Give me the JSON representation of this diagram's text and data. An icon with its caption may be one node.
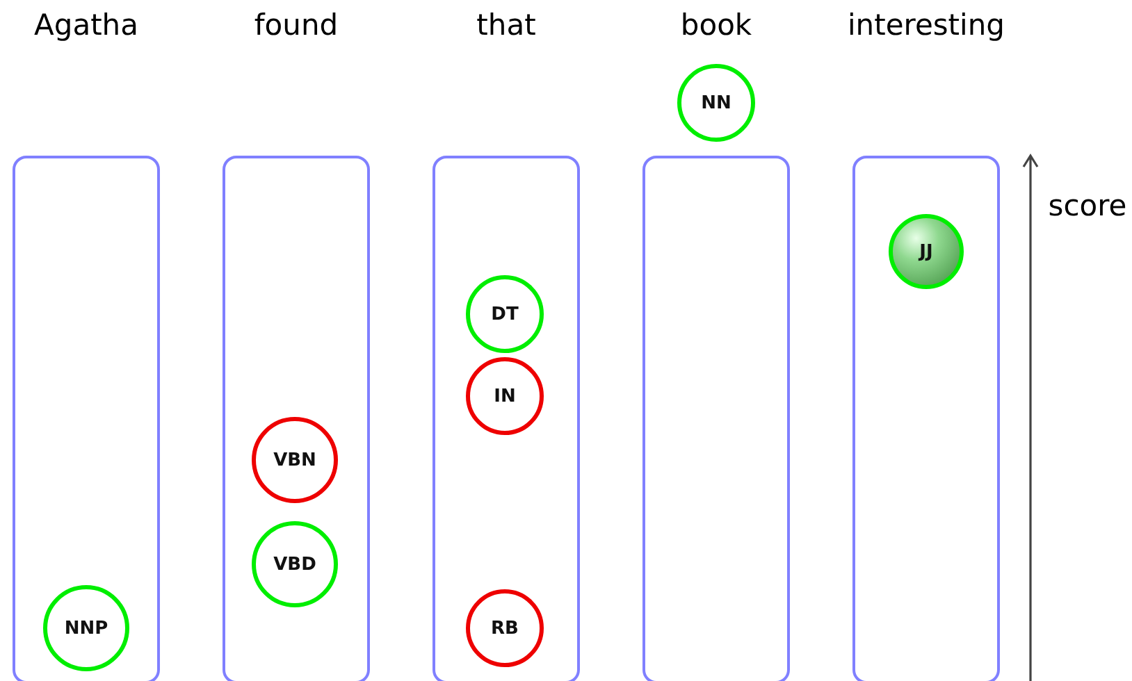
{
  "diagram": {
    "nodes": [
      {
        "text": [],
        "shape": "box"
      },
      {
        "text": [
          "NNP"
        ],
        "in": 0
      },
      {
        "text": [],
        "shape": "box"
      },
      {
        "text": [
          "VBN"
        ],
        "in": 2
      },
      {
        "text": [
          "VBD"
        ],
        "in": 2
      },
      {
        "text": [],
        "shape": "box"
      },
      {
        "text": [
          "DT"
        ],
        "in": 5
      },
      {
        "text": [
          "IN"
        ],
        "in": 5
      },
      {
        "text": [
          "RB"
        ],
        "in": 5
      },
      {
        "text": [],
        "shape": "box"
      },
      {
        "text": [
          "NN"
        ]
      },
      {
        "text": [],
        "shape": "box"
      },
      {
        "text": [
          "JJ"
        ],
        "in": 11
      }
    ],
    "edges": [],
    "labels": [
      "Agatha",
      "found",
      "that",
      "book",
      "interesting",
      "score"
    ]
  }
}
